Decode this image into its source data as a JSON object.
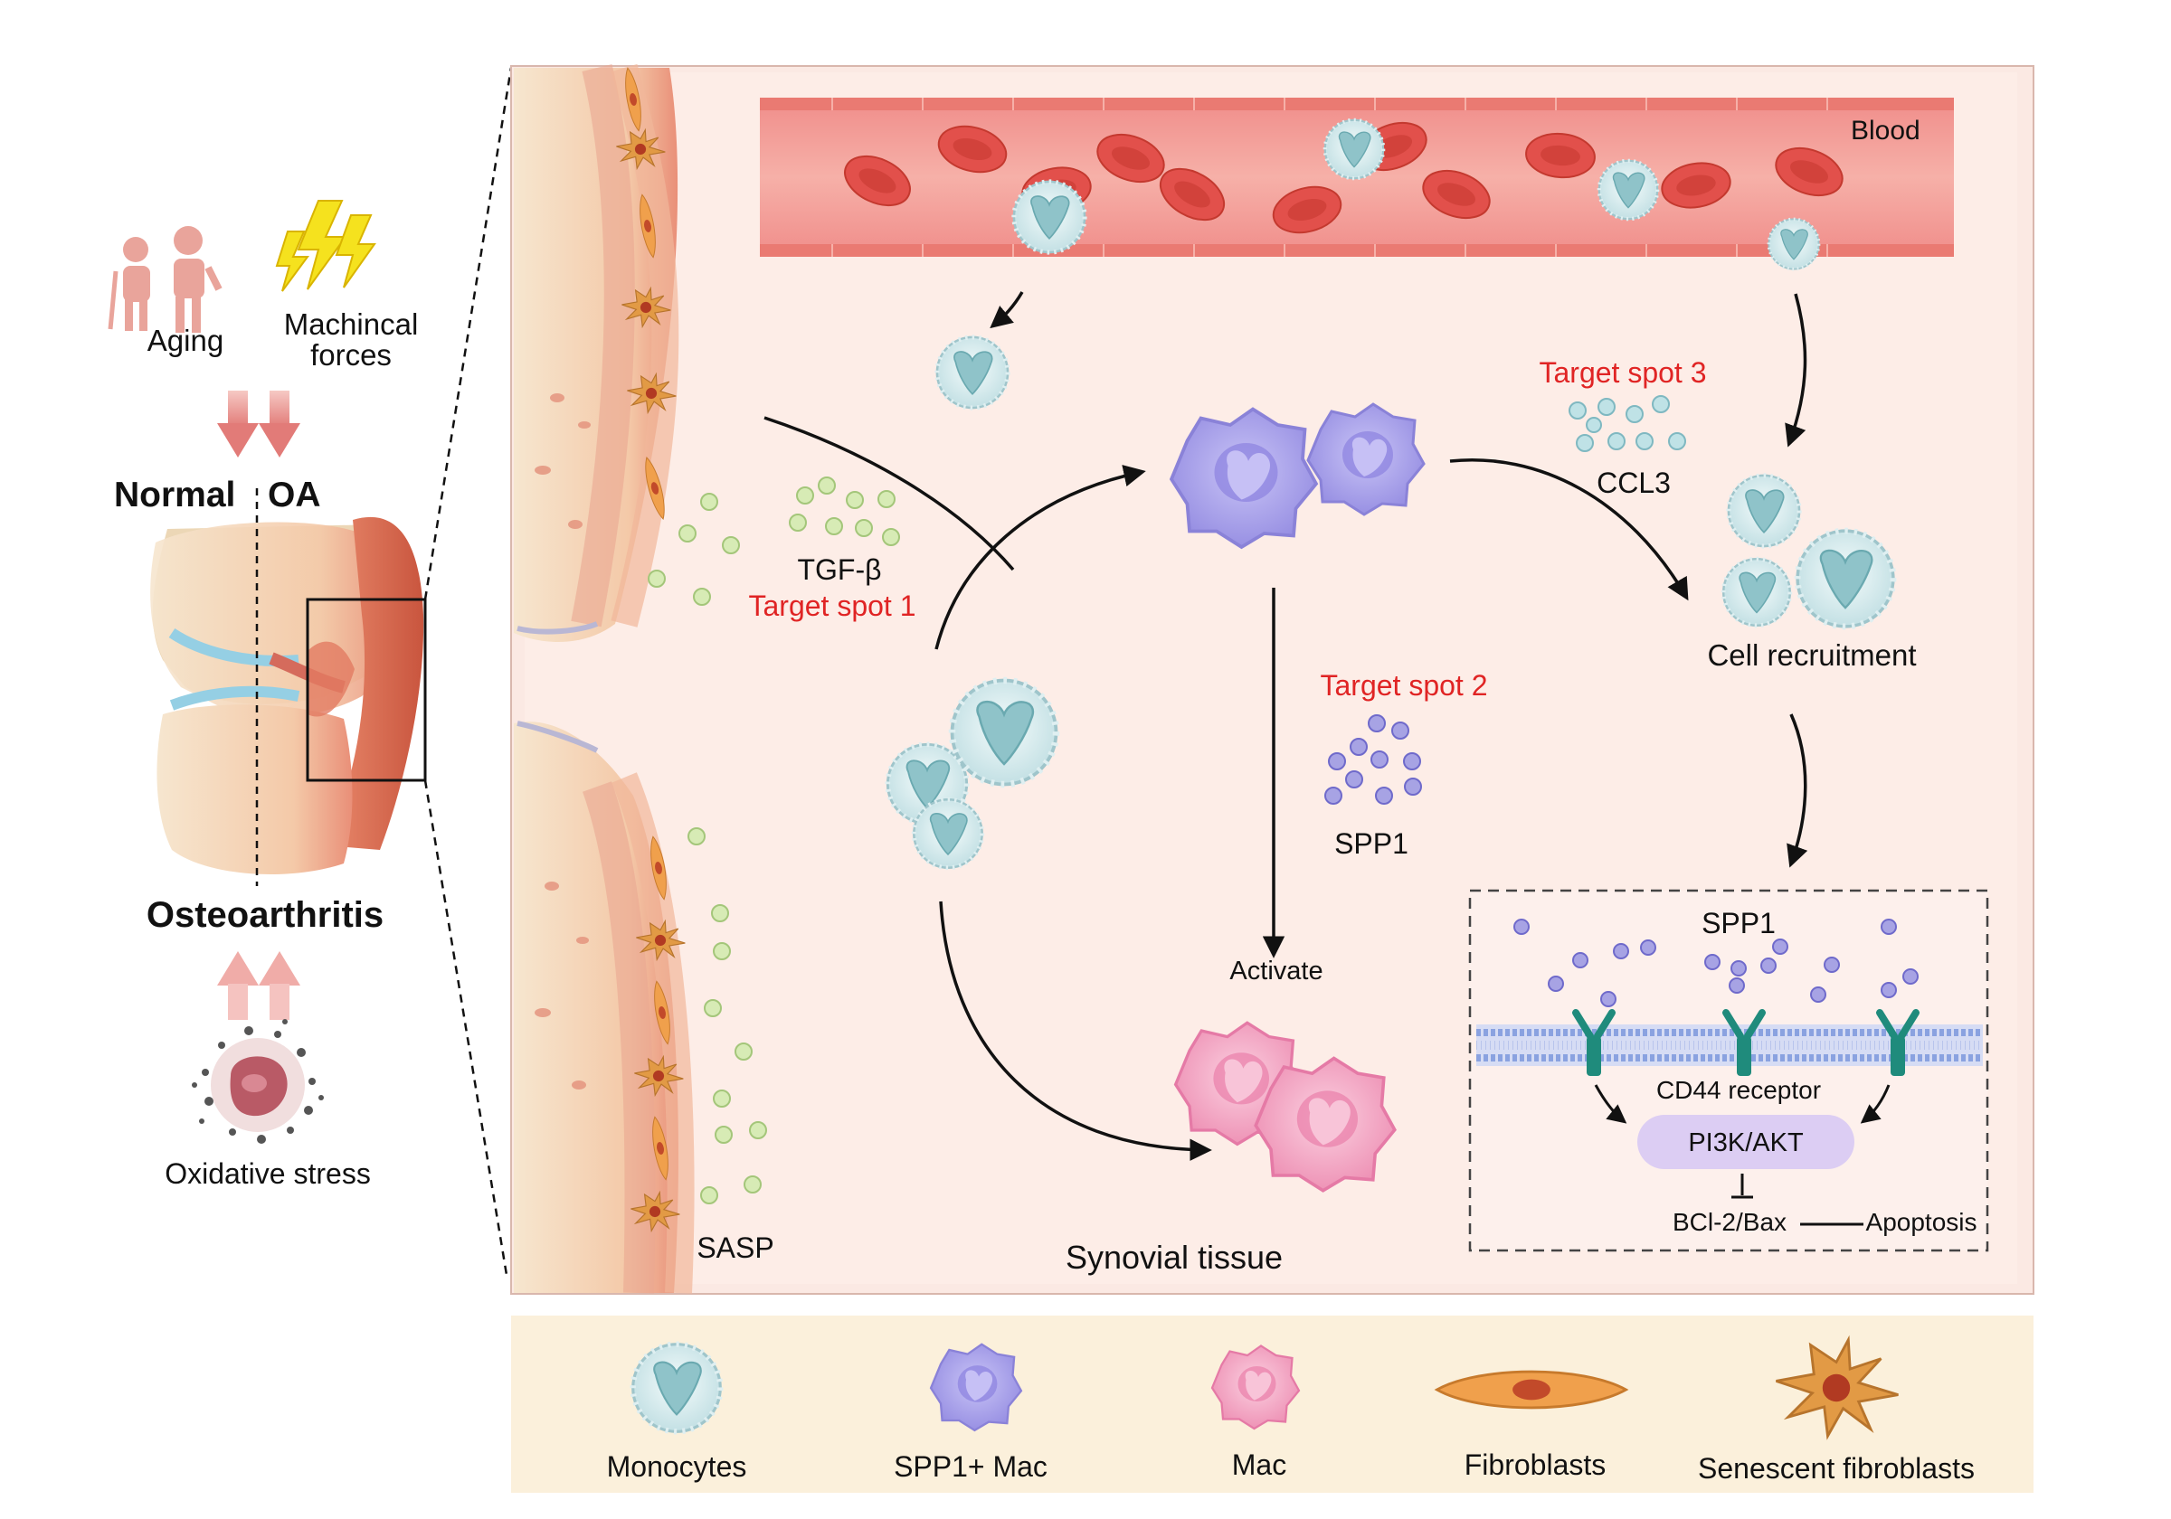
{
  "left_panel": {
    "aging_label": "Aging",
    "forces_label_line1": "Machincal",
    "forces_label_line2": "forces",
    "normal_label": "Normal",
    "oa_label": "OA",
    "osteoarthritis_label": "Osteoarthritis",
    "oxidative_label": "Oxidative stress"
  },
  "main_panel": {
    "blood_label": "Blood",
    "tgf_label": "TGF-β",
    "target1_label": "Target spot 1",
    "target2_label": "Target spot 2",
    "target3_label": "Target spot 3",
    "ccl3_label": "CCL3",
    "spp1_label": "SPP1",
    "activate_label": "Activate",
    "recruit_label": "Cell recruitment",
    "sasp_label": "SASP",
    "synovial_label": "Synovial tissue"
  },
  "inset": {
    "spp1_label": "SPP1",
    "cd44_label": "CD44 receptor",
    "pathway_label": "PI3K/AKT",
    "bcl_label": "BCl-2/Bax",
    "apoptosis_label": "Apoptosis"
  },
  "legend": {
    "items": [
      {
        "label": "Monocytes",
        "icon": "monocyte-icon"
      },
      {
        "label": "SPP1+ Mac",
        "icon": "spp1-mac-icon"
      },
      {
        "label": "Mac",
        "icon": "mac-icon"
      },
      {
        "label": "Fibroblasts",
        "icon": "fibroblast-icon"
      },
      {
        "label": "Senescent fibroblasts",
        "icon": "senescent-fibroblast-icon"
      }
    ]
  },
  "colors": {
    "target_red": "#e02424",
    "monocyte": "#cfe7ea",
    "spp1_mac": "#a9a3ec",
    "mac": "#f3a7c4",
    "rbc": "#e0524c",
    "legend_bg": "#fbf0db",
    "panel_bg": "#fcebe6",
    "pathway": "#dccdf3",
    "receptor": "#1e8a7a"
  }
}
